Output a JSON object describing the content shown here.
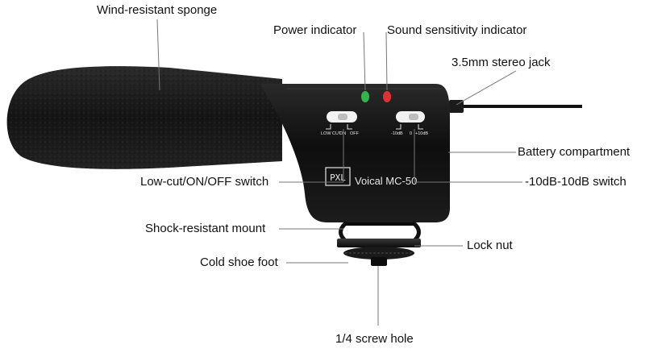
{
  "labels": {
    "wind_sponge": "Wind-resistant sponge",
    "power_indicator": "Power indicator",
    "sound_indicator": "Sound sensitivity indicator",
    "stereo_jack": "3.5mm stereo jack",
    "battery": "Battery compartment",
    "lowcut_switch": "Low-cut/ON/OFF switch",
    "db_switch": "-10dB-10dB switch",
    "shock_mount": "Shock-resistant mount",
    "lock_nut": "Lock nut",
    "cold_shoe": "Cold shoe foot",
    "screw_hole": "1/4 screw hole"
  },
  "device": {
    "model": "Voical MC-50",
    "logo": "PXL",
    "switch_left": {
      "a": "LOW CUT",
      "b": "ON",
      "c": "OFF"
    },
    "switch_right": {
      "a": "-10dB",
      "b": "0",
      "c": "+10dB"
    }
  },
  "colors": {
    "power_led": "#2fb84a",
    "sound_led": "#e03030",
    "body": "#121212",
    "sponge": "#1a1a1a"
  }
}
